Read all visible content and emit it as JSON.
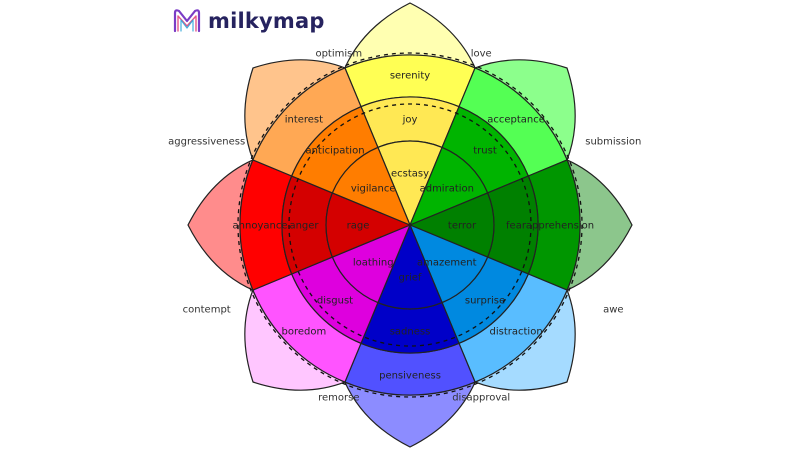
{
  "logo": {
    "text": "milkymap"
  },
  "petals": [
    {
      "key": "joy",
      "color": "#ffe854",
      "inner": "ecstasy",
      "middle": "joy",
      "outer": "serenity",
      "c_inner": "#ffe854",
      "c_middle": "#ffff54",
      "c_outer": "#ffffb1"
    },
    {
      "key": "trust",
      "color": "#00b400",
      "inner": "admiration",
      "middle": "trust",
      "outer": "acceptance",
      "c_inner": "#00b400",
      "c_middle": "#54ff54",
      "c_outer": "#8cff8c"
    },
    {
      "key": "fear",
      "color": "#008000",
      "inner": "terror",
      "middle": "fear",
      "outer": "apprehension",
      "c_inner": "#008000",
      "c_middle": "#009600",
      "c_outer": "#8cc68c"
    },
    {
      "key": "surprise",
      "color": "#0089e0",
      "inner": "amazement",
      "middle": "surprise",
      "outer": "distraction",
      "c_inner": "#0089e0",
      "c_middle": "#59bdff",
      "c_outer": "#a5dbff"
    },
    {
      "key": "sadness",
      "color": "#0000c8",
      "inner": "grief",
      "middle": "sadness",
      "outer": "pensiveness",
      "c_inner": "#0000c8",
      "c_middle": "#5151ff",
      "c_outer": "#8c8cff"
    },
    {
      "key": "disgust",
      "color": "#de00de",
      "inner": "loathing",
      "middle": "disgust",
      "outer": "boredom",
      "c_inner": "#de00de",
      "c_middle": "#ff54ff",
      "c_outer": "#ffc6ff"
    },
    {
      "key": "anger",
      "color": "#d40000",
      "inner": "rage",
      "middle": "anger",
      "outer": "annoyance",
      "c_inner": "#d40000",
      "c_middle": "#ff0000",
      "c_outer": "#ff8c8c"
    },
    {
      "key": "anticipation",
      "color": "#ff7d00",
      "inner": "vigilance",
      "middle": "anticipation",
      "outer": "interest",
      "c_inner": "#ff7d00",
      "c_middle": "#ffa854",
      "c_outer": "#ffc48c"
    }
  ],
  "dyads": [
    "love",
    "submission",
    "awe",
    "disapproval",
    "remorse",
    "contempt",
    "aggressiveness",
    "optimism"
  ]
}
